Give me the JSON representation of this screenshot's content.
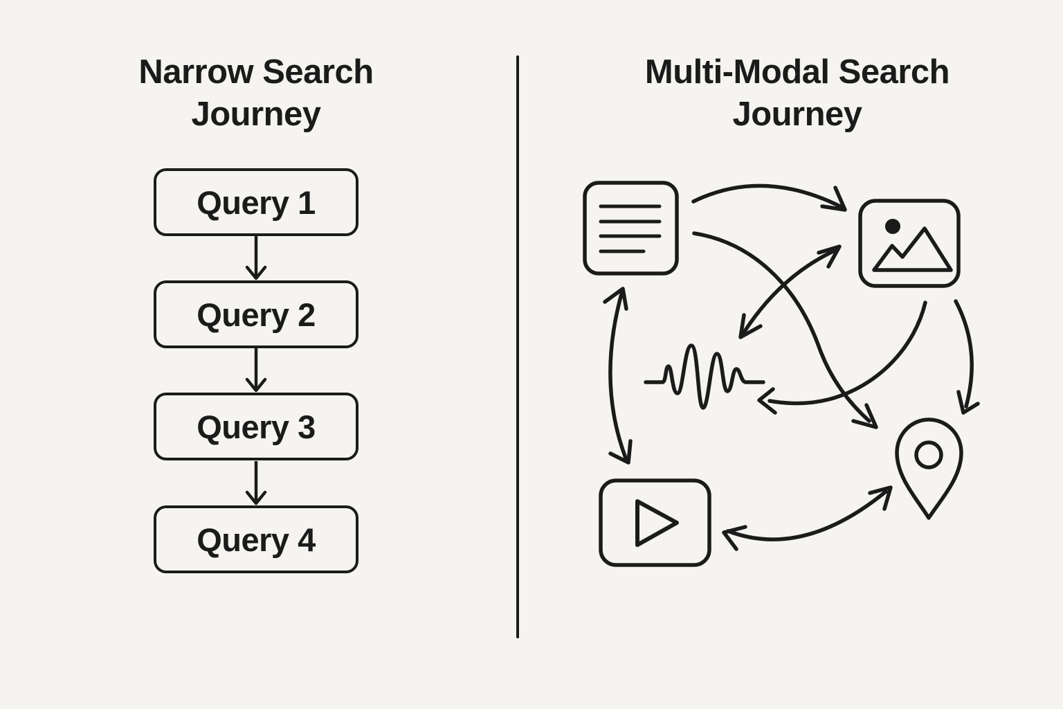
{
  "colors": {
    "background": "#f6f4f0",
    "ink": "#1b1b1b"
  },
  "left_panel": {
    "title_line1": "Narrow Search",
    "title_line2": "Journey",
    "queries": [
      "Query 1",
      "Query 2",
      "Query 3",
      "Query 4"
    ]
  },
  "right_panel": {
    "title_line1": "Multi-Modal Search",
    "title_line2": "Journey",
    "modalities": [
      "text-document",
      "image",
      "audio-waveform",
      "video",
      "location"
    ]
  }
}
